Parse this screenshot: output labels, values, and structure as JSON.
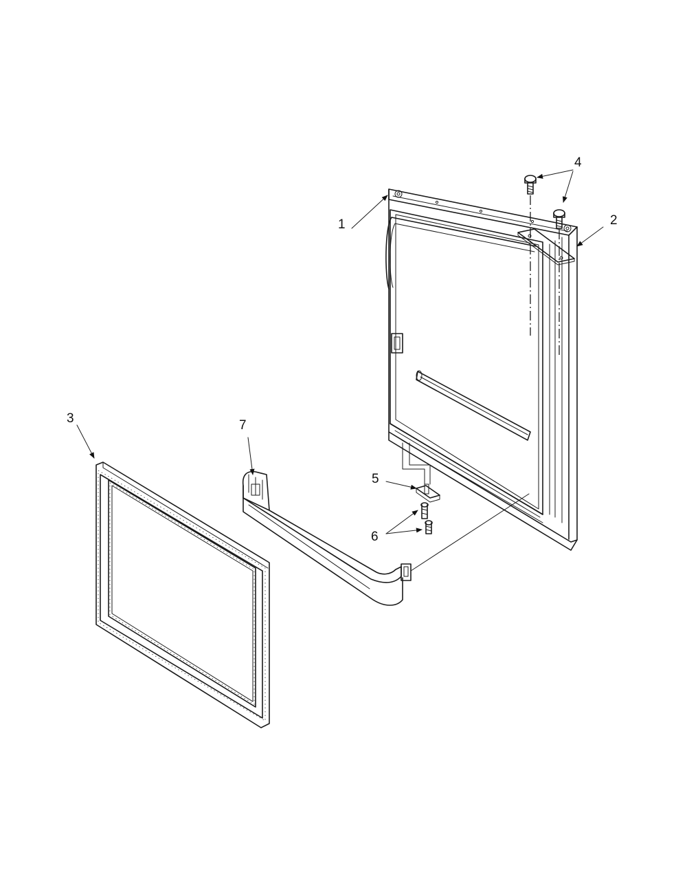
{
  "diagram": {
    "callouts": {
      "door": "1",
      "hinge_plate": "2",
      "gasket": "3",
      "hinge_screws": "4",
      "bracket": "5",
      "bracket_screws": "6",
      "handle": "7"
    }
  }
}
